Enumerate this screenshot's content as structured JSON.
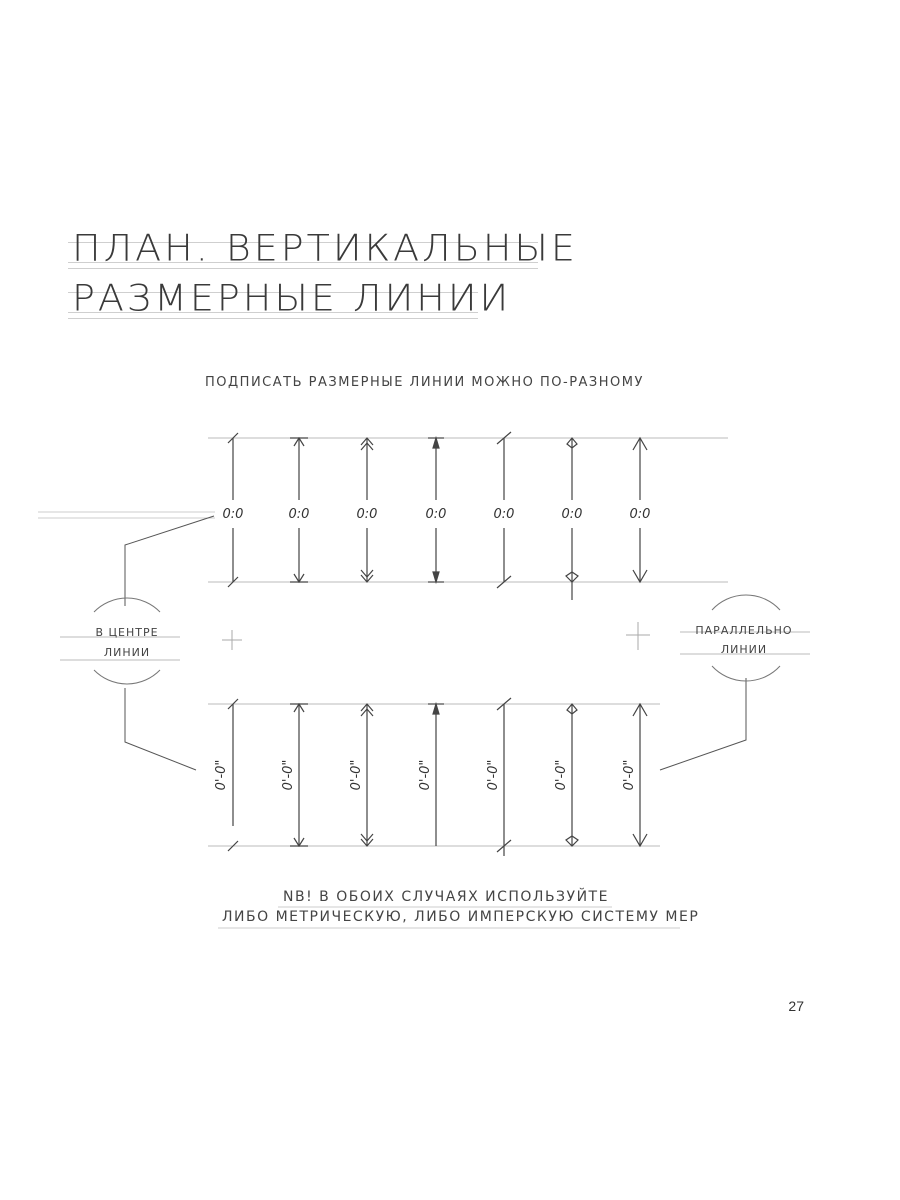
{
  "title": {
    "line1": "ПЛАН. ВЕРТИКАЛЬНЫЕ",
    "line2": "РАЗМЕРНЫЕ ЛИНИИ"
  },
  "subtitle": "ПОДПИСАТЬ РАЗМЕРНЫЕ ЛИНИИ МОЖНО ПО-РАЗНОМУ",
  "labels": {
    "center": [
      "В ЦЕНТРЕ",
      "ЛИНИИ"
    ],
    "parallel": [
      "ПАРАЛЛЕЛЬНО",
      "ЛИНИИ"
    ]
  },
  "dimension_text": "0:0",
  "dimension_text_rotated": "0'-0\"",
  "note": {
    "line1": "NB! В ОБОИХ СЛУЧАЯХ ИСПОЛЬЗУЙТЕ",
    "line2": "ЛИБО МЕТРИЧЕСКУЮ, ЛИБО ИМПЕРСКУЮ СИСТЕМУ МЕР"
  },
  "page_number": "27"
}
